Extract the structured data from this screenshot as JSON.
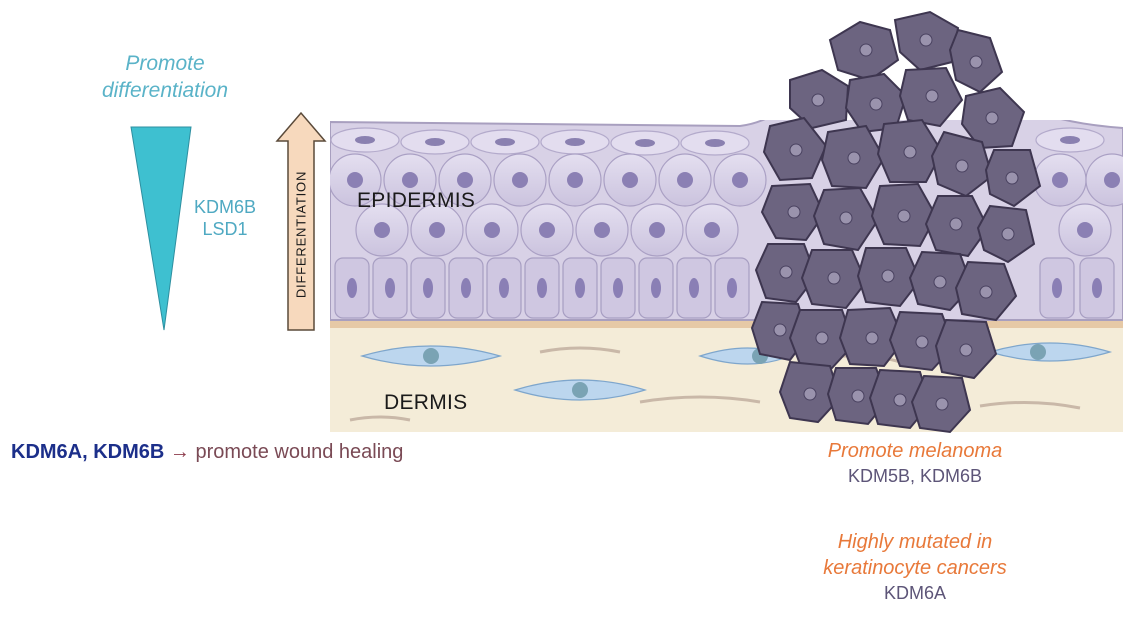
{
  "left_panel": {
    "title_line1": "Promote",
    "title_line2": "differentiation",
    "genes_line1": "KDM6B",
    "genes_line2": "LSD1",
    "arrow_label": "DIFFERENTIATION"
  },
  "tissue": {
    "epidermis_label": "EPIDERMIS",
    "dermis_label": "DERMIS"
  },
  "wound_healing": {
    "genes": "KDM6A, KDM6B",
    "arrow": "→",
    "text": "promote wound healing"
  },
  "melanoma": {
    "title": "Promote melanoma",
    "genes": "KDM5B, KDM6B"
  },
  "keratinocyte": {
    "title_line1": "Highly mutated in",
    "title_line2": "keratinocyte cancers",
    "genes": "KDM6A"
  },
  "colors": {
    "teal": "#3ec0d0",
    "epidermis": "#d6cfe3",
    "dermis": "#f4ecd8",
    "melanoma_cell": "#6c6480",
    "fibroblast": "#bcd6ee",
    "arrow_fill": "#f7d9bd"
  }
}
